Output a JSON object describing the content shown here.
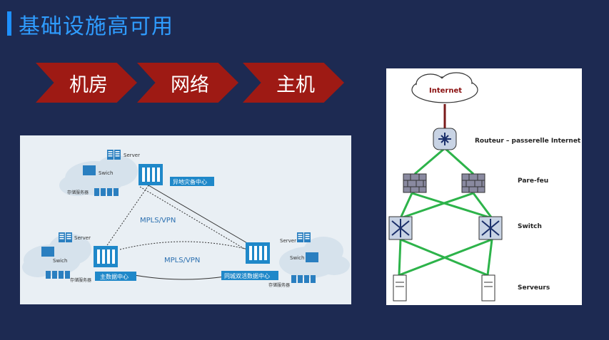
{
  "title": "基础设施高可用",
  "steps": [
    "机房",
    "网络",
    "主机"
  ],
  "left_diagram": {
    "nodes": {
      "remote_dc": "异地灾备中心",
      "main_dc": "主数据中心",
      "active_dc": "同城双活数据中心"
    },
    "links": [
      "MPLS/VPN",
      "MPLS/VPN"
    ],
    "server_label": "Server",
    "switch_label": "Swich",
    "storage_label": "存储服务器"
  },
  "right_diagram": {
    "cloud": "Internet",
    "labels": {
      "router": "Routeur – passerelle Internet",
      "firewall": "Pare-feu",
      "switch": "Switch",
      "servers": "Serveurs"
    }
  },
  "colors": {
    "background": "#1d2a52",
    "title": "#2f9cff",
    "chevron": "#9e1a14",
    "link_green": "#2db34a",
    "dc_blue": "#1f88c9"
  }
}
